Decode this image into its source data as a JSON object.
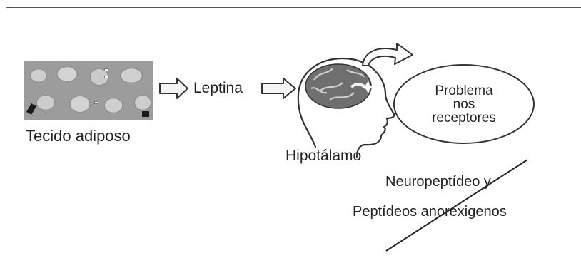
{
  "diagram": {
    "tissue": {
      "caption": "Tecido adiposo",
      "micro_labels": [
        "",
        "",
        ""
      ]
    },
    "leptin_label": "Leptina",
    "brain_label": "Hipotálamo",
    "receptor_oval": {
      "lines": [
        "Problema",
        "nos",
        "receptores"
      ]
    },
    "crossed_text": {
      "line1": "Neuropeptídeo y",
      "line2": "Peptídeos anorexigenos"
    },
    "icons": [
      "block-arrow-icon",
      "head-brain-icon",
      "curved-arrow-icon"
    ]
  }
}
